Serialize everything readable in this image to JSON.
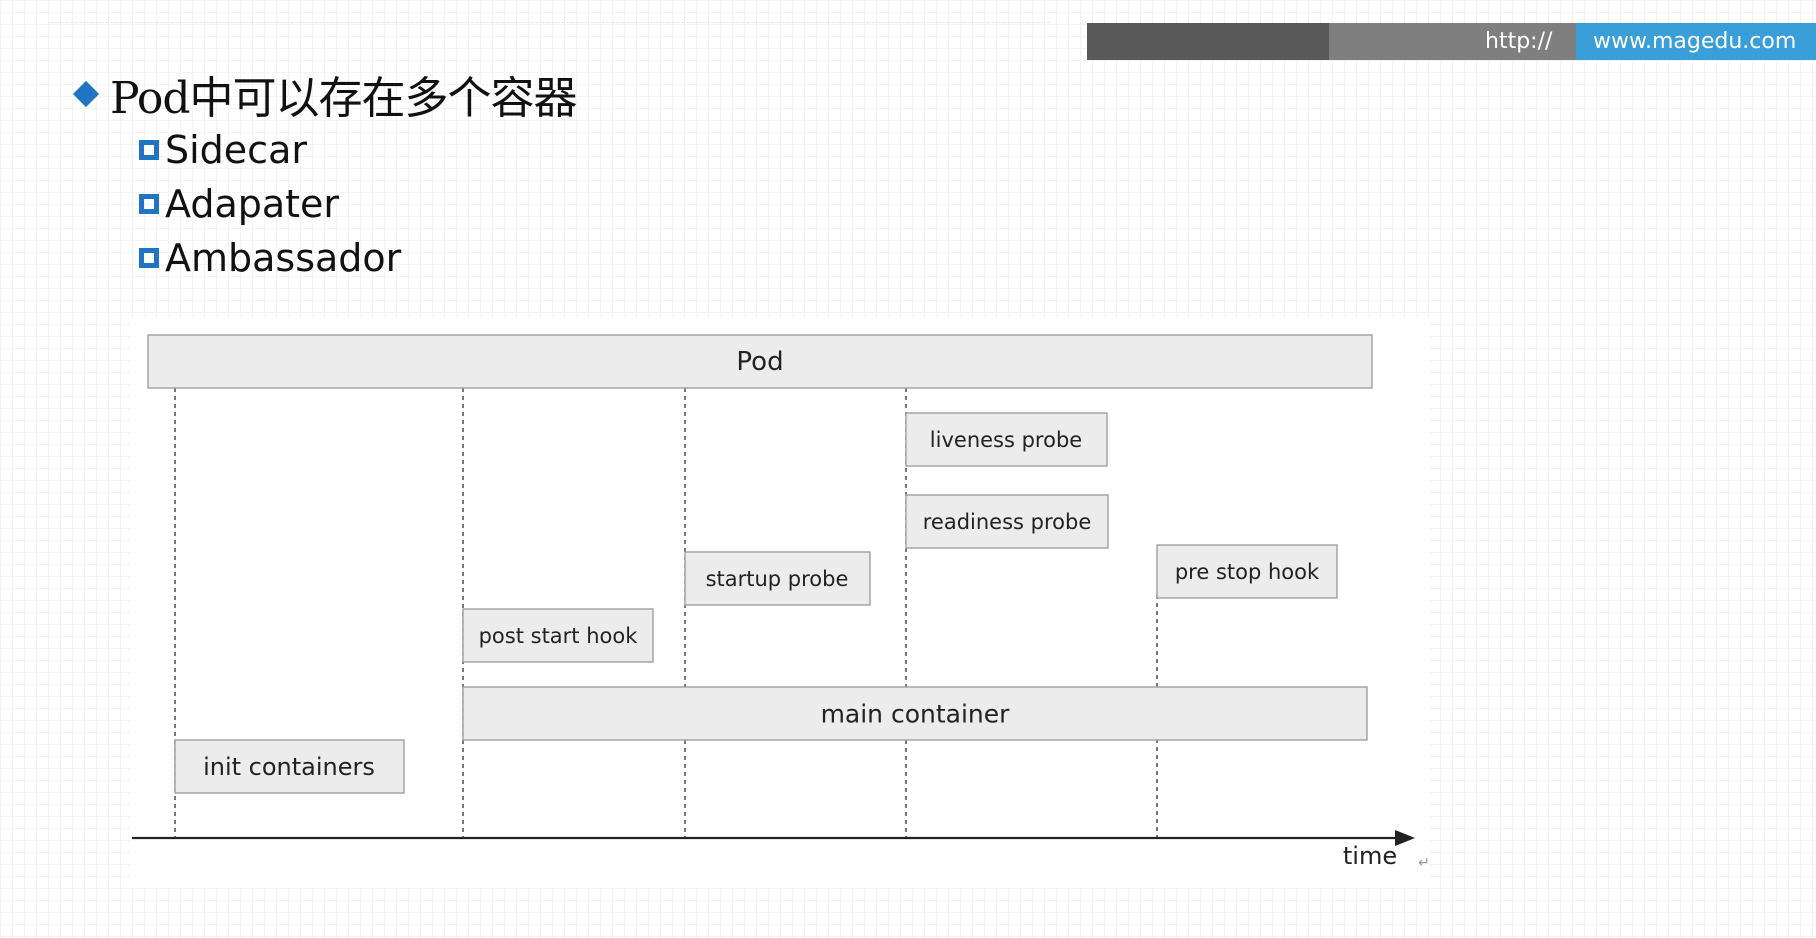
{
  "header": {
    "url_prefix": "http://",
    "url_domain": "www.magedu.com",
    "colors": {
      "dark": "#595959",
      "gray": "#7f7f7f",
      "blue": "#3a9fd8"
    }
  },
  "title": "Pod中可以存在多个容器",
  "bullets": [
    "Sidecar",
    "Adapater",
    "Ambassador"
  ],
  "diagram": {
    "pod": "Pod",
    "boxes": {
      "init": "init containers",
      "post_start": "post start hook",
      "startup": "startup probe",
      "liveness": "liveness probe",
      "readiness": "readiness probe",
      "pre_stop": "pre stop hook",
      "main": "main container"
    },
    "axis_label": "time"
  }
}
